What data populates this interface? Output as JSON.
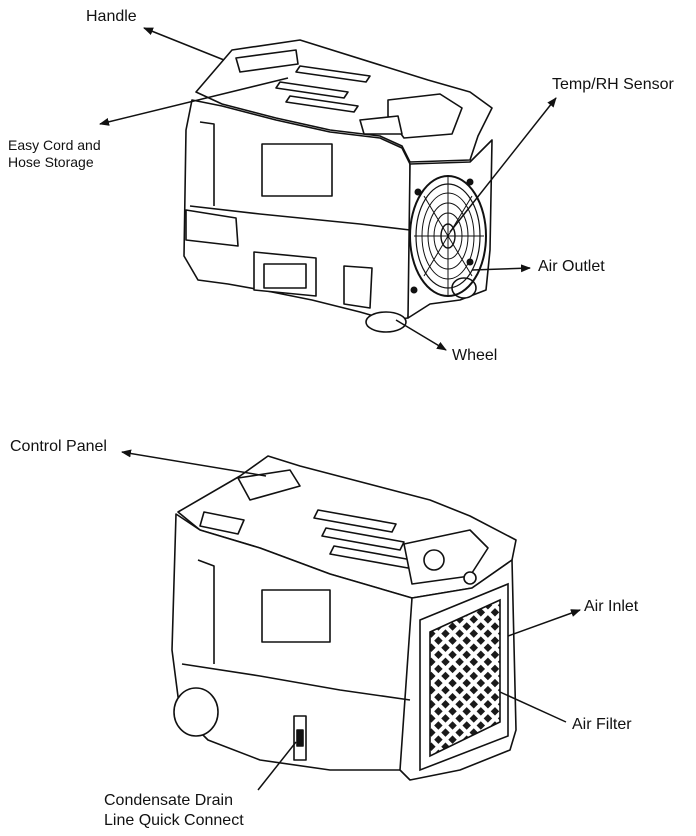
{
  "labels": {
    "handle": "Handle",
    "easy_cord_line1": "Easy Cord and",
    "easy_cord_line2": "Hose Storage",
    "temp_rh_sensor": "Temp/RH  Sensor",
    "air_outlet": "Air Outlet",
    "wheel": "Wheel",
    "control_panel": "Control Panel",
    "air_inlet": "Air Inlet",
    "air_filter": "Air Filter",
    "drain_line1": "Condensate Drain",
    "drain_line2": "Line Quick Connect"
  }
}
